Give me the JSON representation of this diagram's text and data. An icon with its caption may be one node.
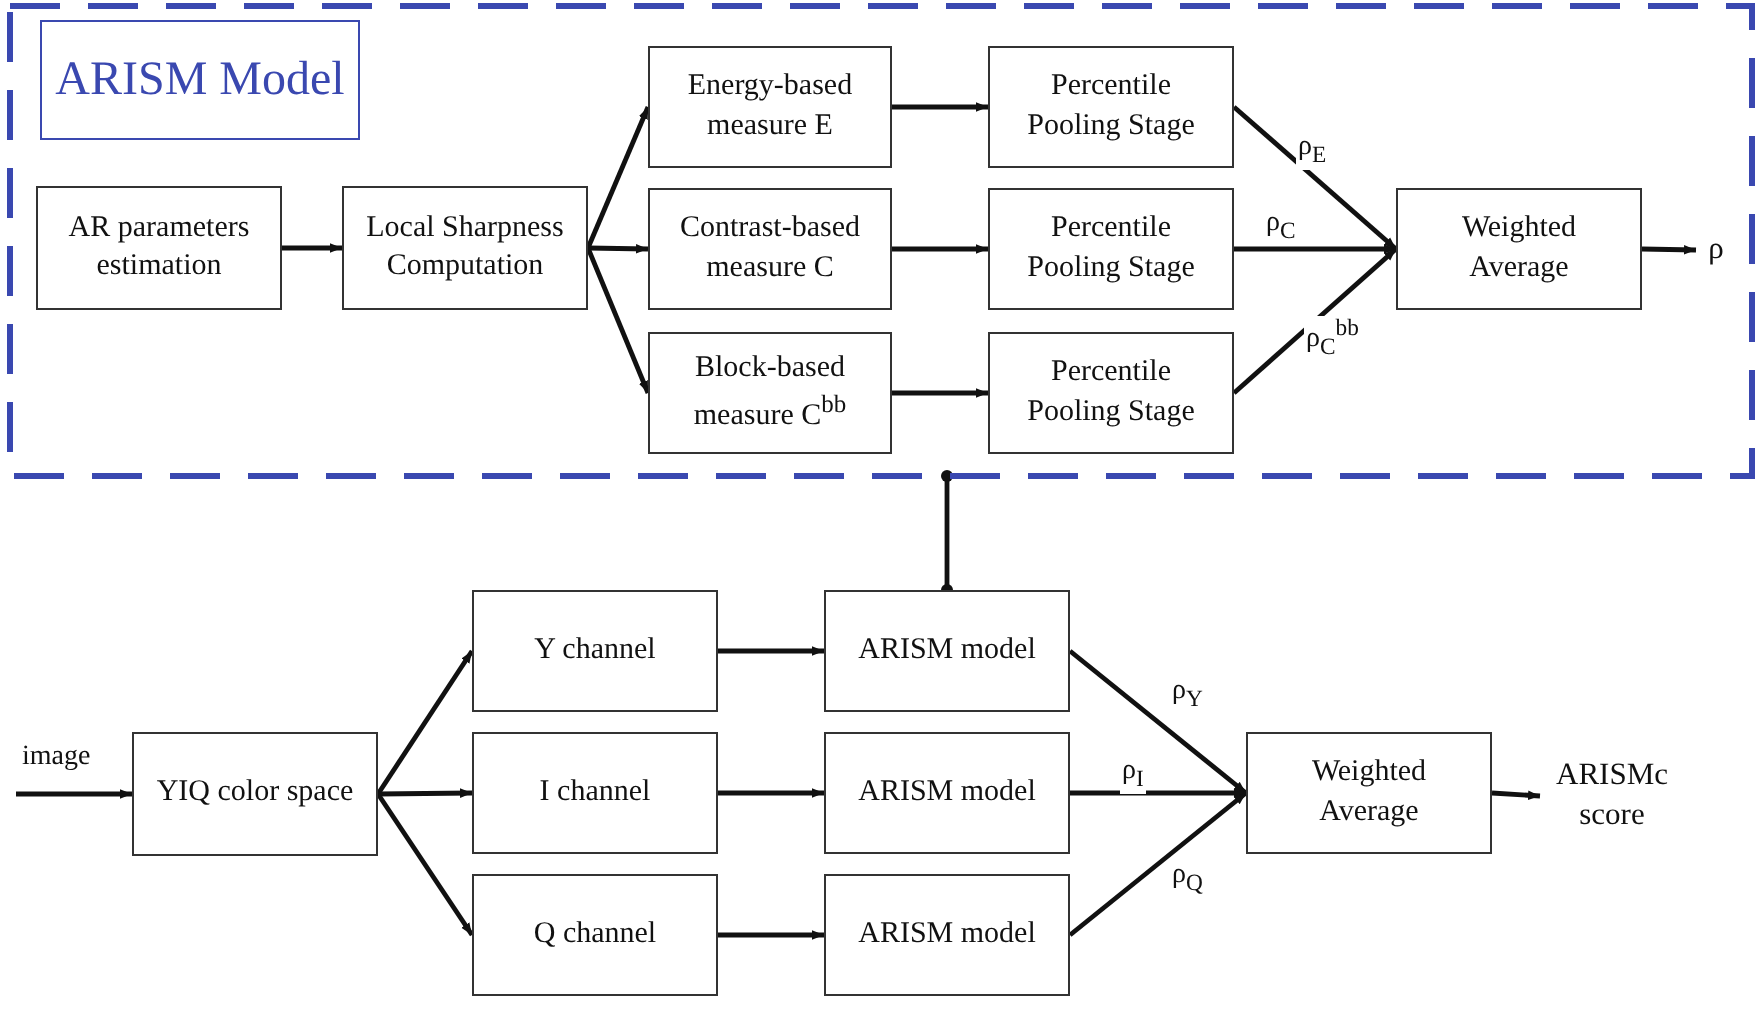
{
  "diagram": {
    "nodes": [
      {
        "text": [
          "ARISM Model"
        ]
      },
      {
        "text": [
          "AR parameters estimation"
        ],
        "in": 0
      },
      {
        "text": [
          "Local Sharpness Computation"
        ],
        "in": 0
      },
      {
        "text": [
          "Energy-based measure E"
        ],
        "in": 0
      },
      {
        "text": [
          "Contrast-based measure C"
        ],
        "in": 0
      },
      {
        "text": [
          "Block-based measure C$^{bb}$"
        ],
        "in": 0
      },
      {
        "text": [
          "Percentile Pooling Stage"
        ],
        "in": 0
      },
      {
        "text": [
          "Percentile Pooling Stage"
        ],
        "in": 0
      },
      {
        "text": [
          "Percentile Pooling Stage"
        ],
        "in": 0
      },
      {
        "text": [
          "Weighted Average"
        ],
        "in": 0
      },
      {
        "text": [
          "ρ"
        ],
        "in": 0
      },
      {
        "text": [
          "YIQ color space"
        ]
      },
      {
        "text": [
          "Y channel"
        ]
      },
      {
        "text": [
          "I channel"
        ]
      },
      {
        "text": [
          "Q channel"
        ]
      },
      {
        "text": [
          "ARISM model"
        ]
      },
      {
        "text": [
          "ARISM model"
        ]
      },
      {
        "text": [
          "ARISM model"
        ]
      },
      {
        "text": [
          "Weighted Average"
        ]
      },
      {
        "text": [
          "ARISMc score"
        ]
      }
    ],
    "edges": [
      {
        "from": 1,
        "to": 2,
        "arrow": "to"
      },
      {
        "from": 2,
        "to": 3,
        "arrow": "to"
      },
      {
        "from": 2,
        "to": 4,
        "arrow": "to"
      },
      {
        "from": 2,
        "to": 5,
        "arrow": "to"
      },
      {
        "from": 3,
        "to": 6,
        "arrow": "to"
      },
      {
        "from": 4,
        "to": 7,
        "arrow": "to"
      },
      {
        "from": 5,
        "to": 8,
        "arrow": "to"
      },
      {
        "from": 6,
        "to": 9,
        "arrow": "to",
        "label": "ρ$_{E}$"
      },
      {
        "from": 7,
        "to": 9,
        "arrow": "to",
        "label": "ρ$_{C}$"
      },
      {
        "from": 8,
        "to": 9,
        "arrow": "to",
        "label": "ρ$_{C}$$^{bb}$"
      },
      {
        "from": 9,
        "to": 10,
        "arrow": "to"
      },
      {
        "from": 0,
        "to": 15,
        "arrow": "other"
      },
      {
        "from": null,
        "to": 11,
        "arrow": "to",
        "label": "image"
      },
      {
        "from": 11,
        "to": 12,
        "arrow": "to"
      },
      {
        "from": 11,
        "to": 13,
        "arrow": "to"
      },
      {
        "from": 11,
        "to": 14,
        "arrow": "to"
      },
      {
        "from": 12,
        "to": 15,
        "arrow": "to"
      },
      {
        "from": 13,
        "to": 16,
        "arrow": "to"
      },
      {
        "from": 14,
        "to": 17,
        "arrow": "to"
      },
      {
        "from": 15,
        "to": 18,
        "arrow": "to",
        "label": "ρ$_{Y}$"
      },
      {
        "from": 16,
        "to": 18,
        "arrow": "to",
        "label": "ρ$_{I}$"
      },
      {
        "from": 17,
        "to": 18,
        "arrow": "to",
        "label": "ρ$_{Q}$"
      },
      {
        "from": 18,
        "to": 19,
        "arrow": "to"
      }
    ]
  }
}
